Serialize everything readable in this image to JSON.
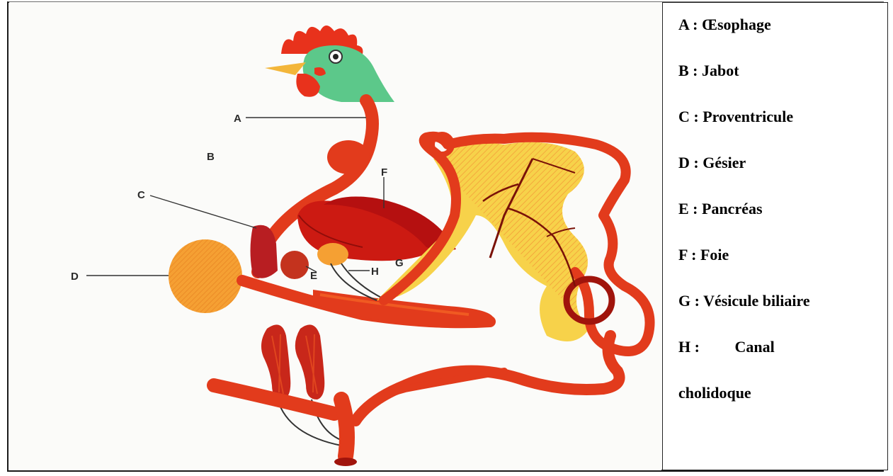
{
  "diagram": {
    "labels": {
      "a": "A",
      "b": "B",
      "c": "C",
      "d": "D",
      "e": "E",
      "f": "F",
      "g": "G",
      "h": "H"
    }
  },
  "legend": {
    "items": [
      {
        "key": "A :",
        "name": "Œsophage"
      },
      {
        "key": "B :",
        "name": "Jabot"
      },
      {
        "key": "C :",
        "name": "Proventricule"
      },
      {
        "key": "D :",
        "name": "Gésier"
      },
      {
        "key": "E :",
        "name": "Pancréas"
      },
      {
        "key": "F :",
        "name": "Foie"
      },
      {
        "key": "G :",
        "name": "Vésicule biliaire"
      },
      {
        "key": "H :",
        "name": "Canal"
      },
      {
        "key": "",
        "name": "cholidoque"
      }
    ]
  },
  "colors": {
    "tract_red": "#e23b1c",
    "dark_red": "#c0180e",
    "liver_red": "#cc1a12",
    "comb_red": "#e8321c",
    "head_green": "#5cc88a",
    "beak_yellow": "#f3b63a",
    "gizzard_orange": "#f5a033",
    "mesentery_yellow": "#f7d24a",
    "vessel_dark": "#7a1208"
  }
}
